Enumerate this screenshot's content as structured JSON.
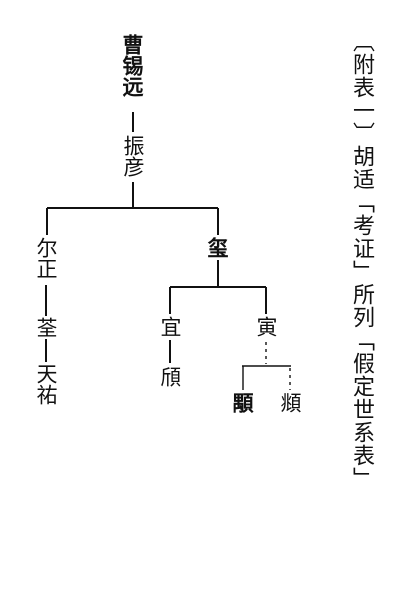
{
  "title": "〔附表一〕胡适「考证」所列「假定世系表」",
  "people": {
    "cao_xiyuan": "曹锡远",
    "zhenyan": "振彦",
    "erzheng": "尔正",
    "xi": "玺",
    "quan": "荃",
    "tianyou": "天祐",
    "yi": "宜",
    "yin": "寅",
    "qi": "頎",
    "yong": "顒",
    "fu": "頫"
  }
}
